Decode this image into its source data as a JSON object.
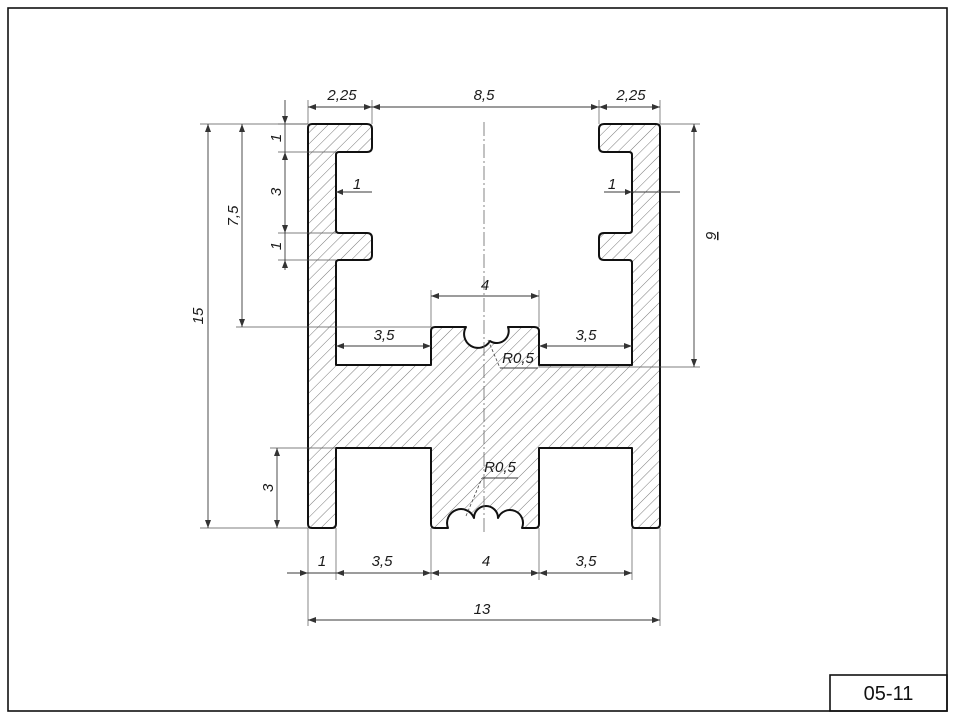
{
  "drawing_code": "05-11",
  "dimensions": {
    "top_left_flange": "2,25",
    "top_gap": "8,5",
    "top_right_flange": "2,25",
    "left_tooth": "1",
    "left_groove": "3",
    "left_tooth_2": "1",
    "left_slot_depth": "1",
    "right_slot_depth": "1",
    "upper_height": "7,5",
    "overall_height": "15",
    "right_height": "9",
    "center_block_width": "4",
    "inner_left_width": "3,5",
    "inner_right_width": "3,5",
    "top_radius": "R0,5",
    "bottom_radius": "R0,5",
    "bottom_leg_height": "3",
    "bottom_wall_left": "1",
    "bottom_slot_left": "3,5",
    "bottom_center": "4",
    "bottom_slot_right": "3,5",
    "overall_width": "13"
  }
}
